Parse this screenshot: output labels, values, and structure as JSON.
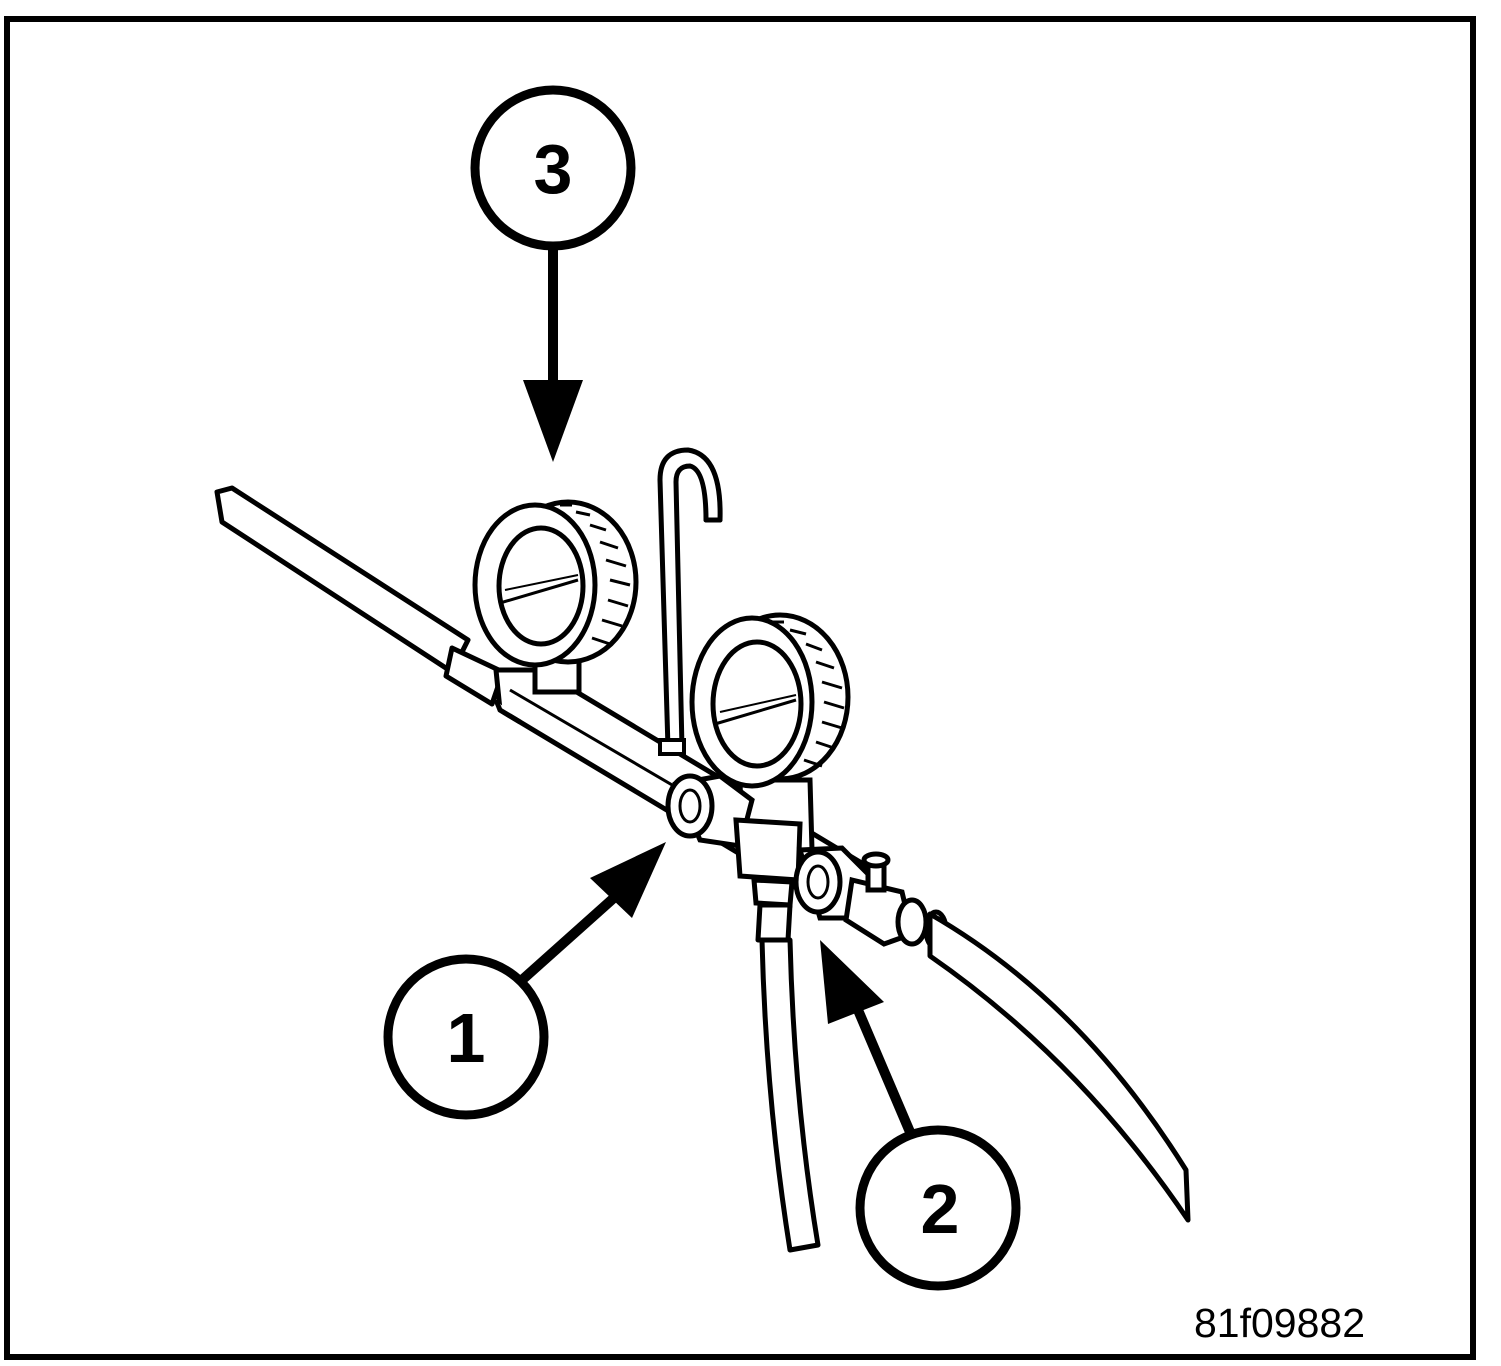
{
  "callouts": [
    {
      "id": "1",
      "label": "1"
    },
    {
      "id": "2",
      "label": "2"
    },
    {
      "id": "3",
      "label": "3"
    }
  ],
  "figure_id": "81f09882",
  "colors": {
    "line": "#000000",
    "background": "#ffffff"
  }
}
